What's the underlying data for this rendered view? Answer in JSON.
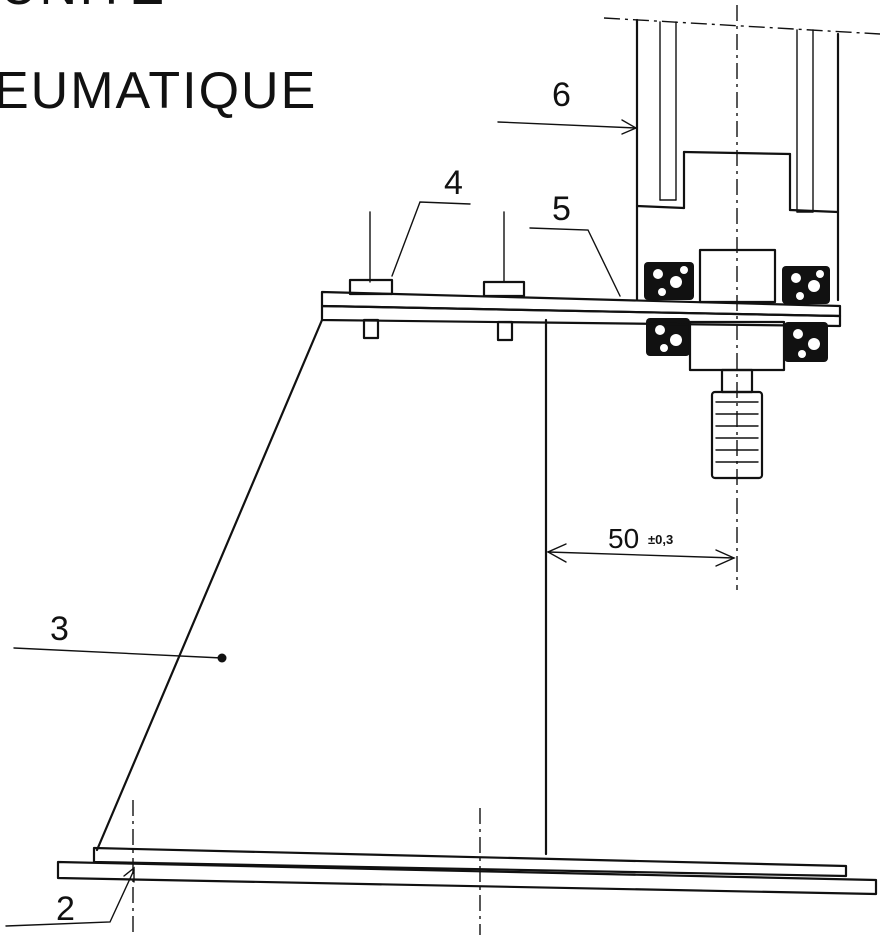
{
  "title": {
    "line1": "UNITE",
    "line2": "EUMATIQUE"
  },
  "labels": {
    "part2": "2",
    "part3": "3",
    "part4": "4",
    "part5": "5",
    "part6": "6"
  },
  "dimension": {
    "value": "50",
    "tolerance": "±0,3"
  },
  "colors": {
    "ink": "#111111",
    "paper": "#ffffff"
  }
}
